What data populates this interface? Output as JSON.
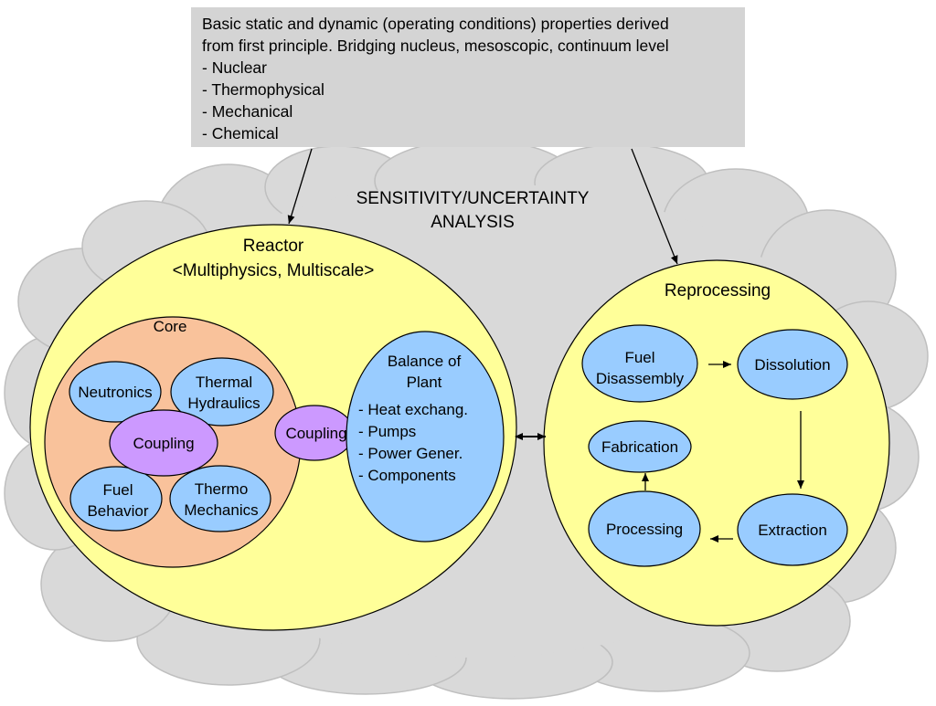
{
  "top_box": {
    "lines": [
      "Basic static and dynamic (operating conditions) properties derived",
      "from first principle. Bridging nucleus, mesoscopic, continuum level",
      "- Nuclear",
      "- Thermophysical",
      "- Mechanical",
      "- Chemical"
    ]
  },
  "cloud": {
    "title_line1": "SENSITIVITY/UNCERTAINTY",
    "title_line2": "ANALYSIS"
  },
  "reactor": {
    "title_line1": "Reactor",
    "title_line2": "<Multiphysics, Multiscale>",
    "core": {
      "label": "Core",
      "neutronics": "Neutronics",
      "thermal_hydraulics_line1": "Thermal",
      "thermal_hydraulics_line2": "Hydraulics",
      "coupling": "Coupling",
      "fuel_behavior_line1": "Fuel",
      "fuel_behavior_line2": "Behavior",
      "thermo_mechanics_line1": "Thermo",
      "thermo_mechanics_line2": "Mechanics"
    },
    "coupling": "Coupling",
    "balance_of_plant": {
      "title_line1": "Balance of",
      "title_line2": "Plant",
      "items": [
        "- Heat exchang.",
        "- Pumps",
        "- Power Gener.",
        "- Components"
      ]
    }
  },
  "reprocessing": {
    "title": "Reprocessing",
    "fuel_disassembly_line1": "Fuel",
    "fuel_disassembly_line2": "Disassembly",
    "dissolution": "Dissolution",
    "fabrication": "Fabrication",
    "processing": "Processing",
    "extraction": "Extraction"
  },
  "colors": {
    "cloud": "#d9d9d9",
    "cloud_stroke": "#bfbfbf",
    "yellow": "#ffff99",
    "core": "#f9c29b",
    "blue": "#99ccff",
    "purple": "#cc99ff",
    "box": "#d4d4d4"
  }
}
